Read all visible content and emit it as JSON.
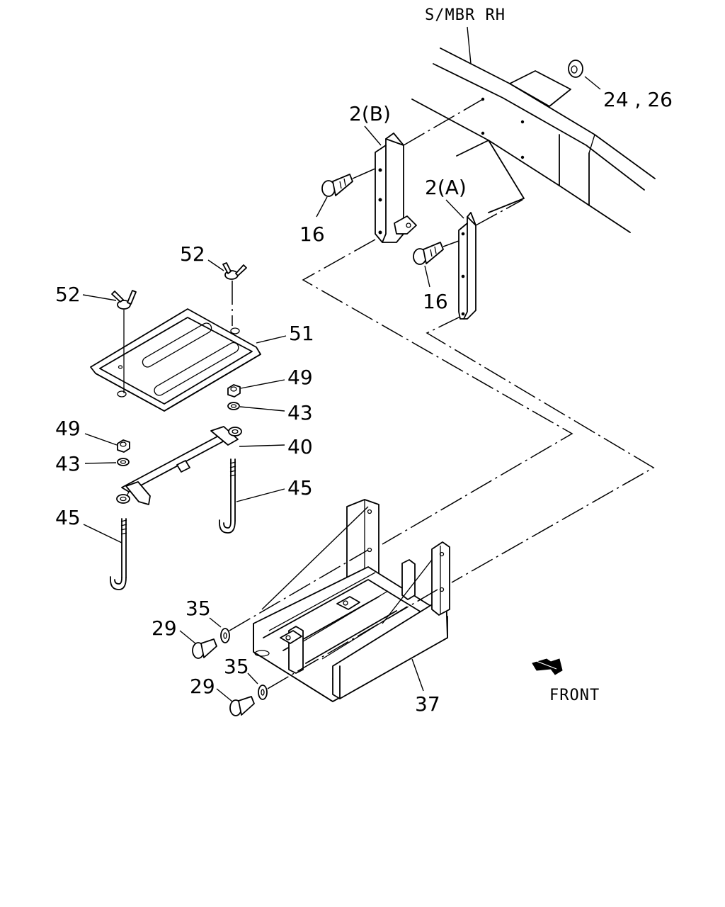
{
  "diagram": {
    "frame_label": "S/MBR RH",
    "direction_label": "FRONT",
    "callouts": {
      "c_24_26": "24 , 26",
      "c_2b": "2(B)",
      "c_2a": "2(A)",
      "c_16a": "16",
      "c_16b": "16",
      "c_52a": "52",
      "c_52b": "52",
      "c_51": "51",
      "c_49a": "49",
      "c_43a": "43",
      "c_40": "40",
      "c_49b": "49",
      "c_43b": "43",
      "c_45a": "45",
      "c_45b": "45",
      "c_35a": "35",
      "c_29a": "29",
      "c_35b": "35",
      "c_29b": "29",
      "c_37": "37"
    }
  }
}
